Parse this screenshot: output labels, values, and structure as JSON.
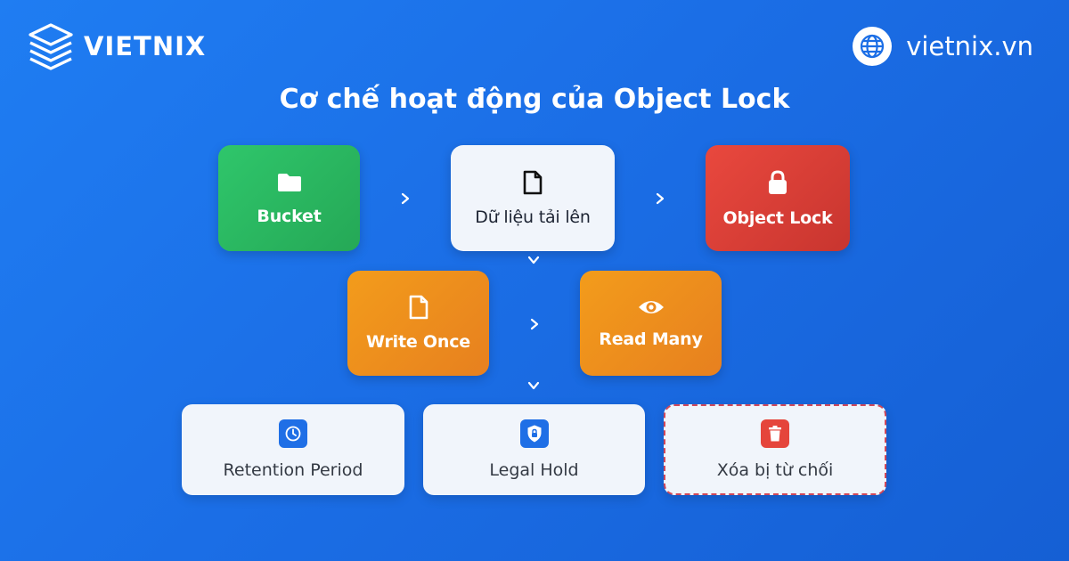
{
  "brand": {
    "name": "VIETNIX",
    "site": "vietnix.vn"
  },
  "title": "Cơ chế hoạt động của Object Lock",
  "nodes": {
    "bucket": {
      "label": "Bucket",
      "icon": "folder-icon",
      "color": "#2fc66b"
    },
    "upload": {
      "label": "Dữ liệu tải lên",
      "icon": "file-icon",
      "color": "#f1f5fb"
    },
    "object_lock": {
      "label": "Object Lock",
      "icon": "lock-icon",
      "color": "#e9483e"
    },
    "write_once": {
      "label": "Write Once",
      "icon": "file-icon",
      "color": "#f39c1b"
    },
    "read_many": {
      "label": "Read Many",
      "icon": "eye-icon",
      "color": "#f39c1b"
    },
    "retention": {
      "label": "Retention Period",
      "icon": "clock-icon",
      "color": "#1f6fe6"
    },
    "legal_hold": {
      "label": "Legal Hold",
      "icon": "shield-lock-icon",
      "color": "#1f6fe6"
    },
    "delete_denied": {
      "label": "Xóa bị từ chối",
      "icon": "trash-icon",
      "color": "#e5453b"
    }
  },
  "edges": [
    {
      "from": "bucket",
      "to": "upload",
      "arrow": "chevron-right-icon"
    },
    {
      "from": "upload",
      "to": "object_lock",
      "arrow": "chevron-right-icon"
    },
    {
      "from": "upload",
      "to": "write_once",
      "arrow": "chevron-down-icon"
    },
    {
      "from": "write_once",
      "to": "read_many",
      "arrow": "chevron-right-icon"
    },
    {
      "from": "write_once",
      "to": "legal_hold",
      "arrow": "chevron-down-icon"
    }
  ]
}
